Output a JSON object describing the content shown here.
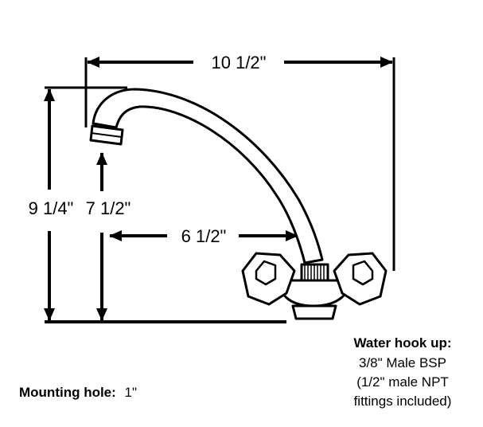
{
  "dimensions": {
    "width_top": "10 1/2\"",
    "height_total": "9 1/4\"",
    "height_spout": "7 1/2\"",
    "reach": "6 1/2\""
  },
  "notes": {
    "mounting_label": "Mounting hole:",
    "mounting_value": "1\"",
    "water_title": "Water hook up:",
    "water_line1": "3/8\" Male BSP",
    "water_line2": "(1/2\" male NPT",
    "water_line3": "fittings included)"
  },
  "colors": {
    "ink": "#000000",
    "paper": "#ffffff"
  }
}
